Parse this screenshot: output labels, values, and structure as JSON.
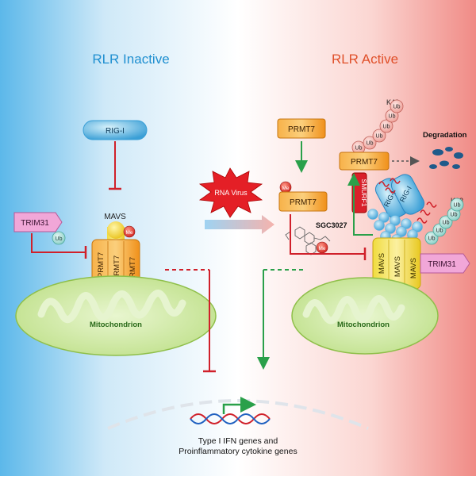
{
  "panels": {
    "inactive_title": "RLR Inactive",
    "active_title": "RLR Active"
  },
  "labels": {
    "rig_i": "RIG-I",
    "trim31": "TRIM31",
    "ub": "Ub",
    "mavs": "MAVS",
    "me": "Me",
    "prmt7": "PRMT7",
    "mitochondrion": "Mitochondrion",
    "rna_virus": "RNA Virus",
    "sgc3027": "SGC3027",
    "smurf1": "SMURF1",
    "k48": "K48",
    "k63": "K63",
    "degradation": "Degradation"
  },
  "nucleus": {
    "line1": "Type I IFN genes and",
    "line2": "Proinflammatory cytokine genes"
  },
  "colors": {
    "inactive_accent": "#1f8fd0",
    "active_accent": "#e0502a",
    "inhibit": "#d0202a",
    "activate": "#2aa04a",
    "prmt7": "#f59a1e",
    "mito_fill": "#cfe9a8",
    "ub_fill": "#f4b3ad",
    "ub_fill_k63": "#a9dcd6",
    "trim31_fill": "#f1a7d8"
  }
}
